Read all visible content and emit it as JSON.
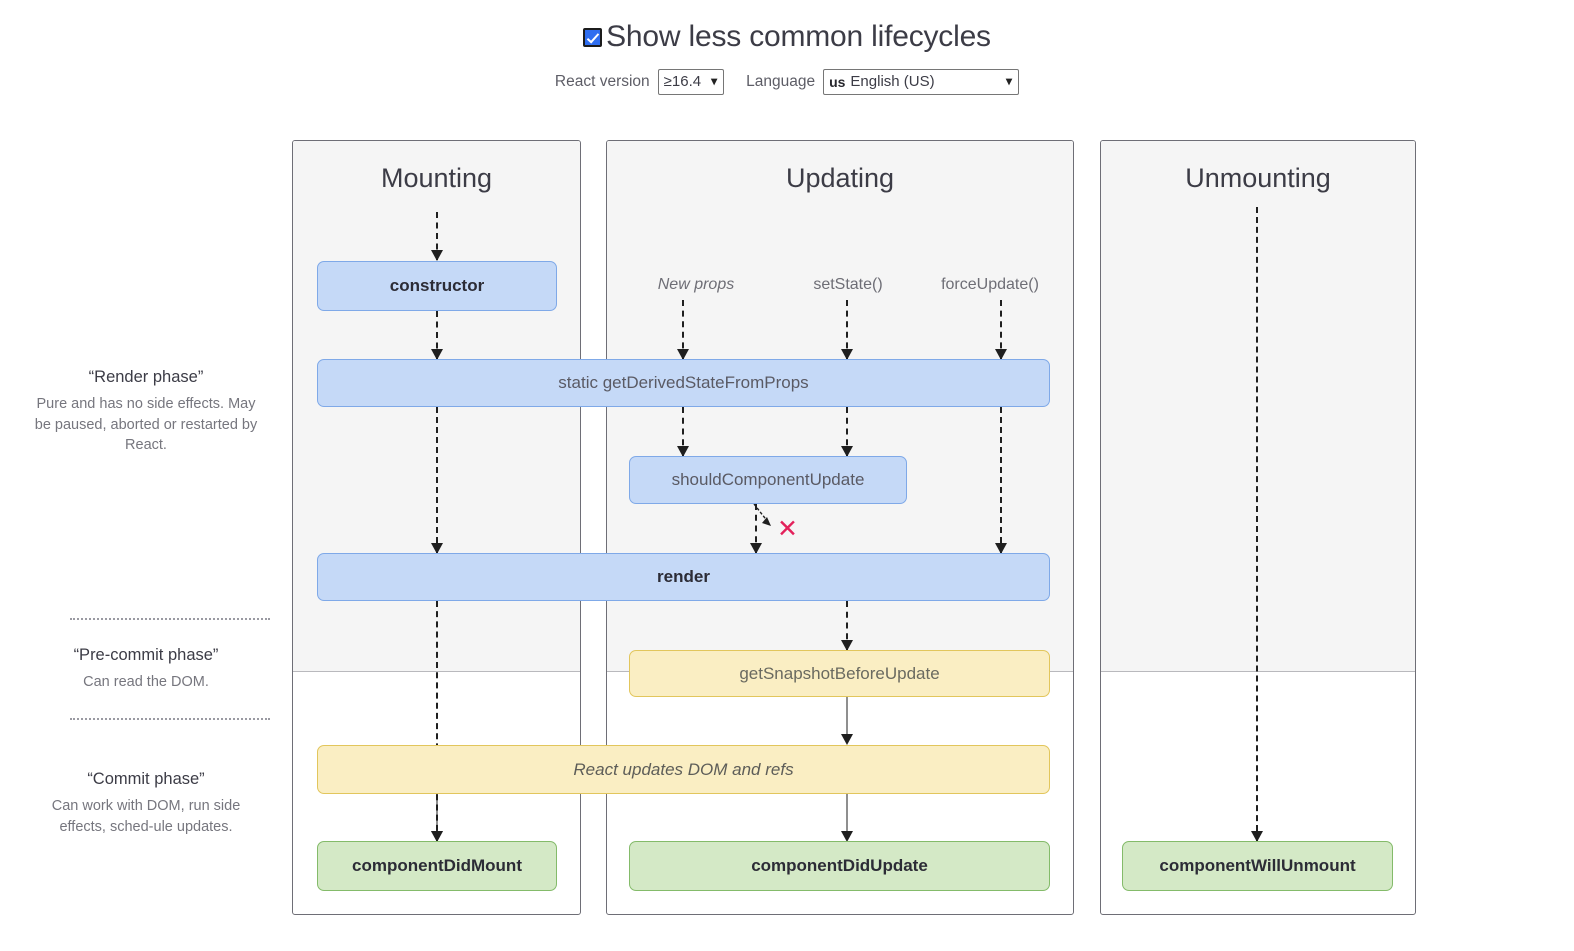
{
  "header": {
    "checkbox_label": "Show less common lifecycles",
    "checkbox_checked": true,
    "react_version_label": "React version",
    "react_version_value": "≥16.4",
    "language_label": "Language",
    "language_flag": "us",
    "language_value": "English (US)",
    "caret_glyph": "⌄"
  },
  "phases": [
    {
      "title": "“Render phase”",
      "desc": "Pure and has no side effects. May be paused, aborted or restarted by React."
    },
    {
      "title": "“Pre-commit phase”",
      "desc": "Can read the DOM."
    },
    {
      "title": "“Commit phase”",
      "desc": "Can work with DOM, run side effects, sched-ule updates."
    }
  ],
  "columns": [
    {
      "id": "mounting",
      "title": "Mounting"
    },
    {
      "id": "updating",
      "title": "Updating"
    },
    {
      "id": "unmounting",
      "title": "Unmounting"
    }
  ],
  "triggers": [
    {
      "label": "New props",
      "style": "italic"
    },
    {
      "label": "setState()",
      "style": "normal"
    },
    {
      "label": "forceUpdate()",
      "style": "normal"
    }
  ],
  "boxes": {
    "constructor": "constructor",
    "get_derived_state": "static getDerivedStateFromProps",
    "should_component_update": "shouldComponentUpdate",
    "render": "render",
    "get_snapshot": "getSnapshotBeforeUpdate",
    "react_updates_dom": "React updates DOM and refs",
    "component_did_mount": "componentDidMount",
    "component_did_update": "componentDidUpdate",
    "component_will_unmount": "componentWillUnmount"
  },
  "markers": {
    "skip_render_x": "✕"
  },
  "colors": {
    "blue_fill": "#c5d9f7",
    "blue_border": "#7fa9e8",
    "yellow_fill": "#faeec3",
    "yellow_border": "#e2c65c",
    "green_fill": "#d4e9c6",
    "green_border": "#84bb6a",
    "x_marker": "#e3215b",
    "panel_shade": "#f5f5f5",
    "checkbox_accent": "#2f6ef0"
  }
}
